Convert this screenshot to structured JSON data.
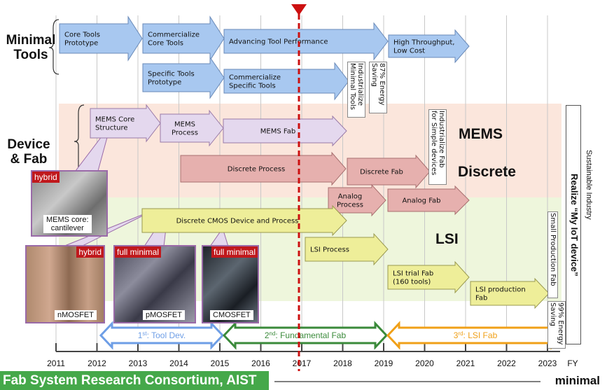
{
  "side_labels": {
    "minimal_tools": "Minimal\nTools",
    "device_fab": "Device\n& Fab"
  },
  "arrows": {
    "core_tools_prototype": "Core Tools\nPrototype",
    "commercialize_core_tools": "Commercialize\nCore Tools",
    "advancing_tool_performance": "Advancing Tool Performance",
    "high_throughput_low_cost": "High Throughput,\nLow Cost",
    "specific_tools_prototype": "Specific Tools\nPrototype",
    "commercialize_specific_tools": "Commercialize\nSpecific Tools",
    "mems_core_structure": "MEMS Core\nStructure",
    "mems_process": "MEMS\nProcess",
    "mems_fab": "MEMS Fab",
    "discrete_process": "Discrete Process",
    "discrete_fab": "Discrete Fab",
    "analog_process": "Analog\nProcess",
    "analog_fab": "Analog Fab",
    "discrete_cmos": "Discrete CMOS Device and Process",
    "lsi_process": "LSI Process",
    "lsi_trial_fab": "LSI trial Fab\n(160 tools)",
    "lsi_production_fab": "LSI production\nFab"
  },
  "vertical_notes": {
    "industrialize_minimal_tools": "Industrialize\nMinimal Tools",
    "energy_saving_87": "87% Energy\nSaving",
    "industrialize_fab_simple": "Industrialize Fab\nfor Simple devices",
    "energy_saving_99": "99% Energy\nSaving",
    "small_production_fab": "Small Production Fab",
    "realize_iot": "Realize “My IoT device”",
    "sustainable_industry": "Sustainable Industry"
  },
  "region_labels": {
    "mems": "MEMS",
    "discrete": "Discrete",
    "lsi": "LSI"
  },
  "photos": {
    "mems": {
      "tag": "hybrid",
      "caption": "MEMS core:\ncantilever"
    },
    "nmosfet": {
      "tag": "hybrid",
      "caption": "nMOSFET"
    },
    "pmosfet": {
      "tag": "full minimal",
      "caption": "pMOSFET"
    },
    "cmosfet": {
      "tag": "full minimal",
      "caption": "CMOSFET"
    }
  },
  "phases": [
    {
      "prefix": "1",
      "suffix": "st",
      "rest": ": Tool Dev.",
      "color": "#6e9ee6"
    },
    {
      "prefix": "2",
      "suffix": "nd",
      "rest": ": Fundamental Fab",
      "color": "#3a8a3a"
    },
    {
      "prefix": "3",
      "suffix": "rd",
      "rest": ": LSI Fab",
      "color": "#f0a018"
    }
  ],
  "years": [
    "2011",
    "2012",
    "2013",
    "2014",
    "2015",
    "2016",
    "2017",
    "2018",
    "2019",
    "2020",
    "2021",
    "2022",
    "2023"
  ],
  "fy_label": "FY",
  "footer": "Fab System Research Consortium, AIST",
  "brand": "minimal",
  "colors": {
    "blue_arrow": "#a8c8f0",
    "lilac_arrow": "#e4d8ee",
    "pink_arrow": "#e6b0ae",
    "yellow_arrow": "#eeee99",
    "pink_band": "#fbe6dc",
    "green_band": "#eef6dc",
    "today_marker": "#cc1010",
    "footer_green": "#45a84a"
  }
}
